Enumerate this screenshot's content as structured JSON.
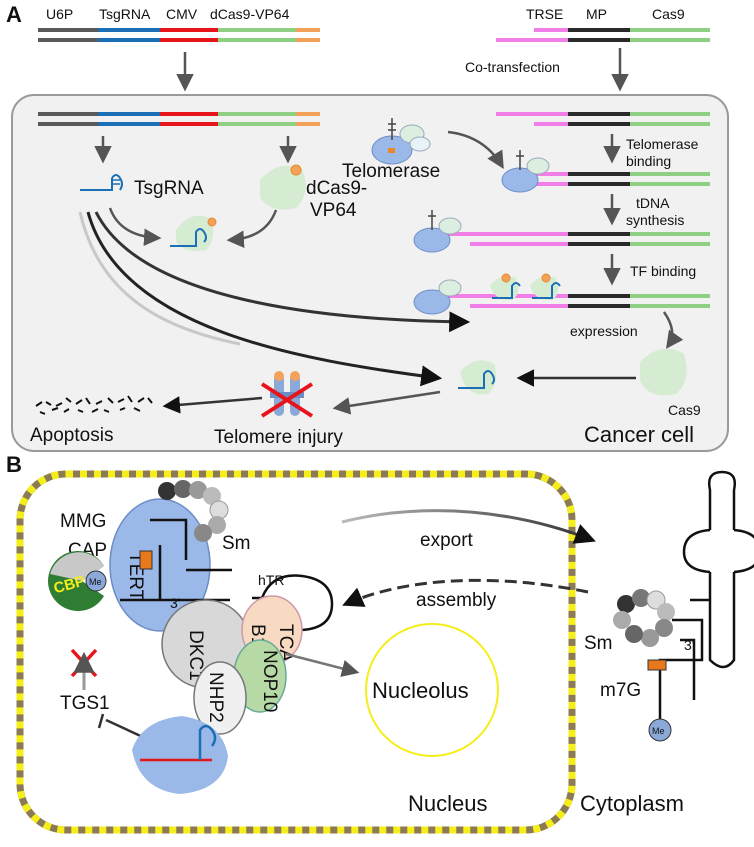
{
  "panel_a": {
    "letter": "A",
    "construct_left": {
      "u6p": "U6P",
      "tsgrna": "TsgRNA",
      "cmv": "CMV",
      "dcas9_vp64": "dCas9-VP64"
    },
    "construct_right": {
      "trse": "TRSE",
      "mp": "MP",
      "cas9": "Cas9"
    },
    "cotransfection": "Co-transfection",
    "tsgrna_label": "TsgRNA",
    "dcas9_label_1": "dCas9-",
    "dcas9_label_2": "VP64",
    "telomerase_label": "Telomerase",
    "telomerase_binding_1": "Telomerase",
    "telomerase_binding_2": "binding",
    "tdna_1": "tDNA",
    "tdna_2": "synthesis",
    "tf_binding": "TF binding",
    "expression": "expression",
    "cas9_label": "Cas9",
    "apoptosis": "Apoptosis",
    "telomere_injury": "Telomere injury",
    "cancer_cell": "Cancer cell"
  },
  "panel_b": {
    "letter": "B",
    "mmg": "MMG",
    "cap": "CAP",
    "sm_left": "Sm",
    "tert": "TERT",
    "cbp": "CBP",
    "me": "Me",
    "htr": "hTR",
    "three_prime_left": "3'",
    "dkc1": "DKC1",
    "tcab1_1": "TCA",
    "tcab1_2": "B1",
    "nhp2": "NHP2",
    "nop10": "NOP10",
    "tgs1": "TGS1",
    "export": "export",
    "assembly": "assembly",
    "nucleolus": "Nucleolus",
    "nucleus": "Nucleus",
    "cytoplasm": "Cytoplasm",
    "sm_right": "Sm",
    "three_prime_right": "3'",
    "m7g": "m7G",
    "me_right": "Me"
  },
  "colors": {
    "u6p": "#5a5a5a",
    "tsgrna": "#1b6fb5",
    "cmv": "#e8141b",
    "dcas9": "#8fcf82",
    "vp64": "#f4a25a",
    "trse": "#f27ee8",
    "mp": "#2a2a2a",
    "cas9": "#8fcf82",
    "telomerase": "#9ab8e8",
    "nucleus_border_a": "#f5ee1a",
    "nucleus_border_b": "#8a7a55",
    "cbp": "#2e7d32",
    "cbp_text": "#f5ee1a"
  }
}
